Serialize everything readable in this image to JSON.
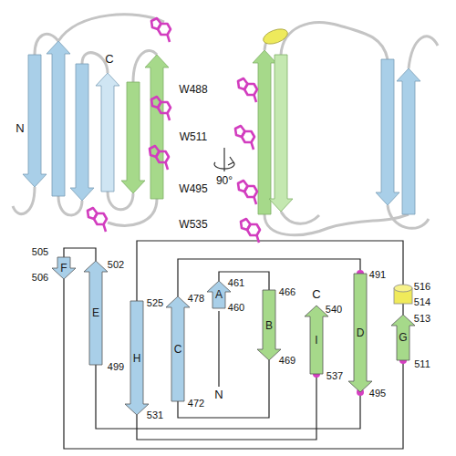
{
  "diagram": {
    "nodes": [
      {
        "text": [
          "A"
        ]
      },
      {
        "text": [
          "B"
        ]
      },
      {
        "text": [
          "C"
        ]
      },
      {
        "text": [
          "D"
        ]
      },
      {
        "text": [
          "E"
        ]
      },
      {
        "text": [
          "F"
        ]
      },
      {
        "text": [
          "G"
        ]
      },
      {
        "text": [
          "H"
        ]
      },
      {
        "text": [
          "I"
        ]
      }
    ],
    "edges": [
      {
        "from": 0,
        "to": 1,
        "arrow": "none"
      },
      {
        "from": 1,
        "to": 2,
        "arrow": "none"
      },
      {
        "from": 2,
        "to": 3,
        "arrow": "none"
      },
      {
        "from": 3,
        "to": 4,
        "arrow": "none"
      },
      {
        "from": 4,
        "to": 5,
        "arrow": "none"
      },
      {
        "from": 5,
        "to": 6,
        "arrow": "none"
      },
      {
        "from": 6,
        "to": 7,
        "arrow": "none"
      },
      {
        "from": 7,
        "to": 8,
        "arrow": "none"
      }
    ],
    "labels": [
      "N",
      "C",
      "W488",
      "W511",
      "W495",
      "W535",
      "90°",
      "N",
      "505",
      "502",
      "506",
      "499",
      "525",
      "531",
      "478",
      "472",
      "461",
      "460",
      "466",
      "469",
      "C",
      "540",
      "537",
      "491",
      "495",
      "516",
      "514",
      "513",
      "511"
    ]
  }
}
